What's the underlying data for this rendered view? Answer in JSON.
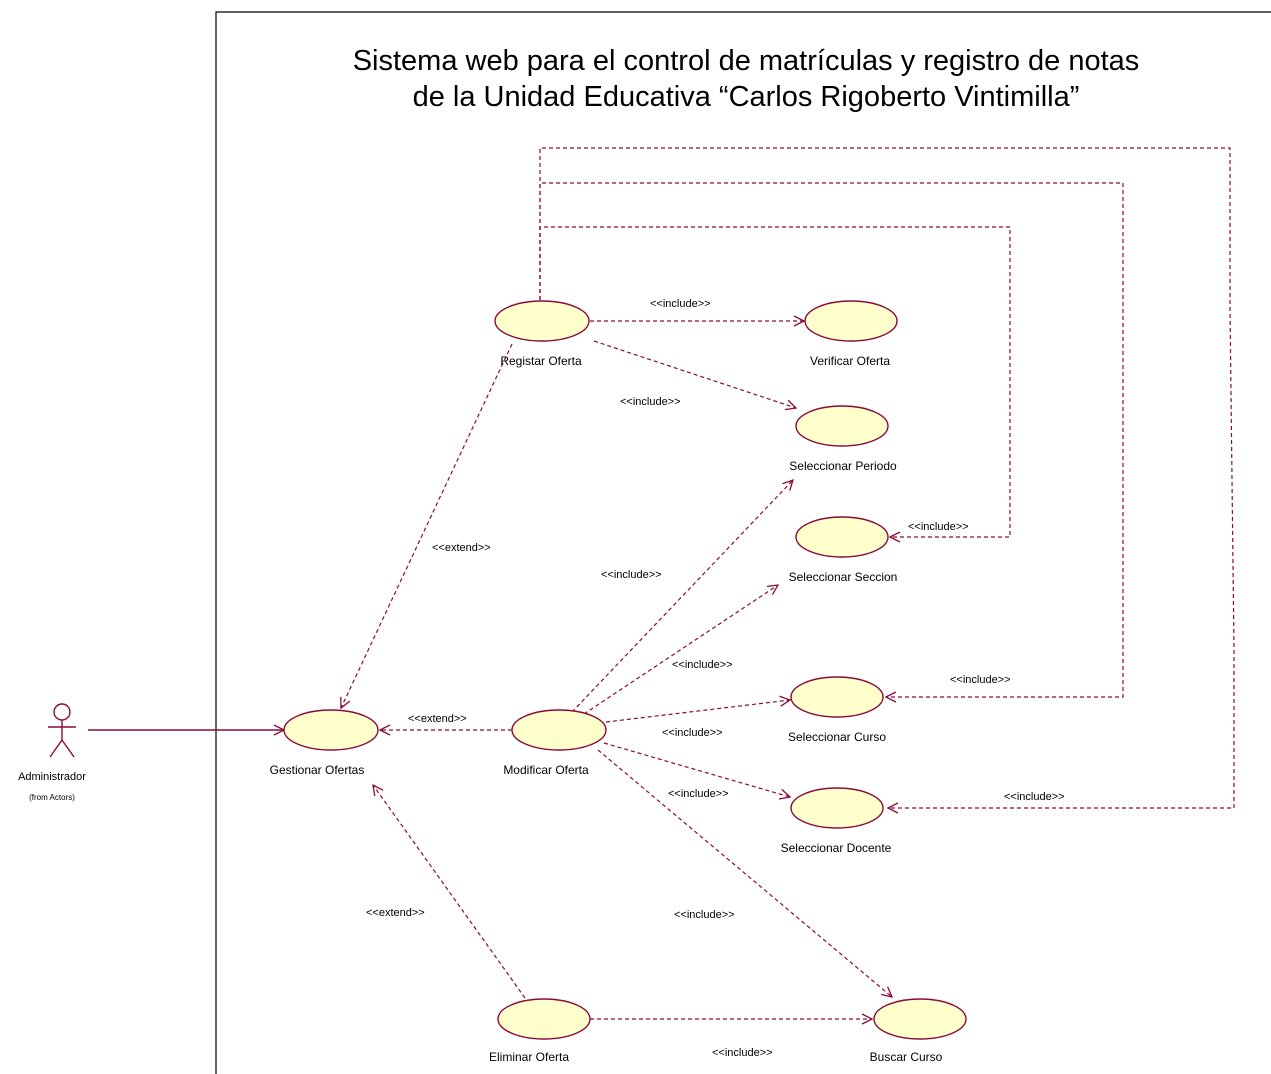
{
  "title": {
    "line1": "Sistema web para el control de matrículas y registro de notas",
    "line2": "de la Unidad Educativa “Carlos Rigoberto Vintimilla”"
  },
  "actor": {
    "name": "Administrador",
    "package": "(from Actors)"
  },
  "use_cases": {
    "registrar_oferta": "Registar Oferta",
    "verificar_oferta": "Verificar Oferta",
    "seleccionar_periodo": "Seleccionar Periodo",
    "seleccionar_seccion": "Seleccionar Seccion",
    "seleccionar_curso": "Seleccionar Curso",
    "seleccionar_docente": "Seleccionar Docente",
    "gestionar_ofertas": "Gestionar Ofertas",
    "modificar_oferta": "Modificar Oferta",
    "eliminar_oferta": "Eliminar Oferta",
    "buscar_curso": "Buscar Curso"
  },
  "stereotypes": {
    "include": "<<include>>",
    "extend": "<<extend>>"
  },
  "colors": {
    "line": "#8b0a3a",
    "use_case_fill": "#ffffcc",
    "frame": "#000000"
  }
}
